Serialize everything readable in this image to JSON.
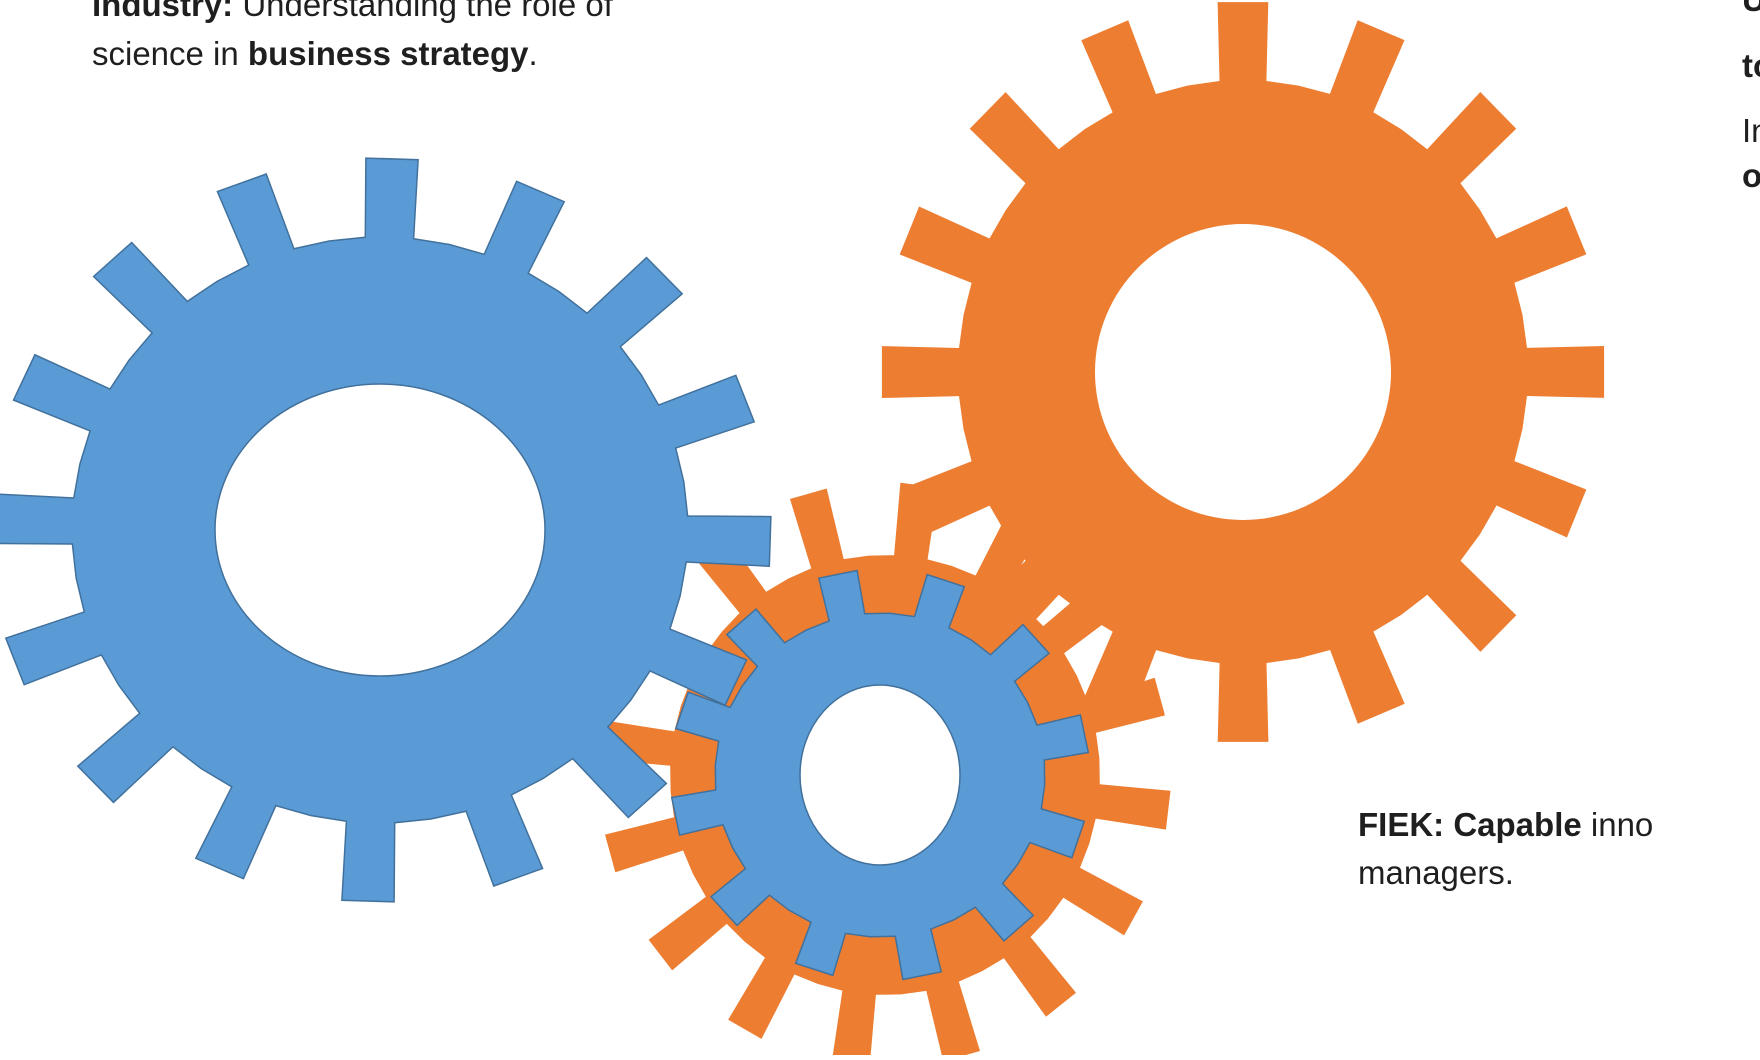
{
  "colors": {
    "blue_gear": "#5b9bd5",
    "orange_gear": "#ed7d31",
    "outline": "#41719c",
    "background": "#ffffff"
  },
  "labels": {
    "industry": {
      "lead": "Industry:",
      "text1": " Understanding the role of",
      "text2": "science in ",
      "bold2": "business strategy",
      "end2": "."
    },
    "top_right": {
      "line1": "U",
      "line2": "to",
      "line3": "In",
      "line4": "o"
    },
    "fiek": {
      "lead": "FIEK:",
      "bold_word": " Capable",
      "text1": " inno",
      "text2": "managers."
    }
  }
}
